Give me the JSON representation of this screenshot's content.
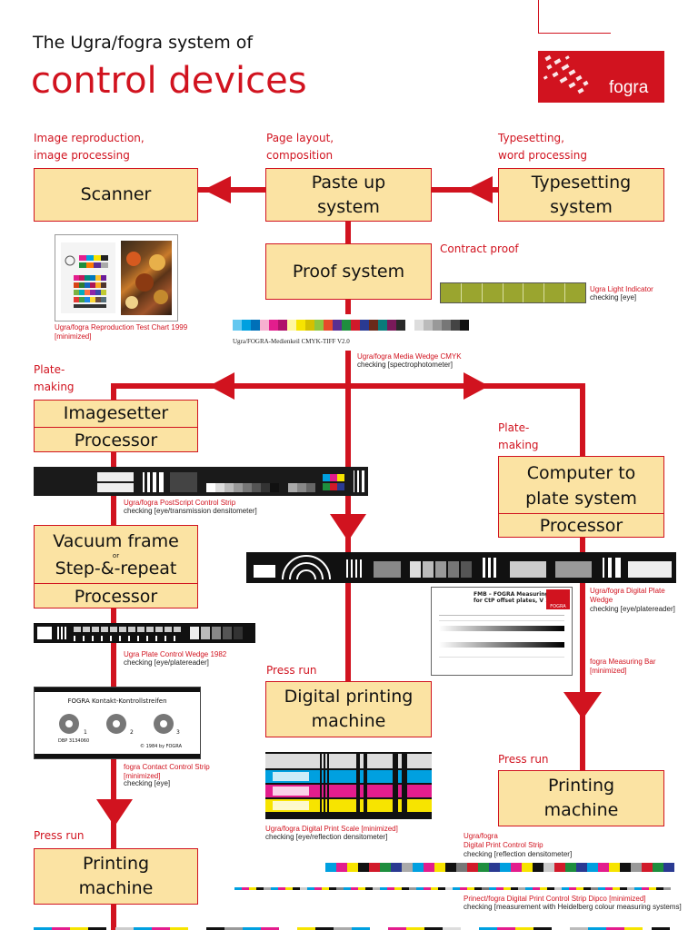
{
  "header": {
    "subtitle": "The Ugra/fogra system of",
    "title": "control devices",
    "logo_text": "fogra"
  },
  "categories": {
    "image_reproduction": "Image reproduction,\nimage processing",
    "page_layout": "Page layout,\ncomposition",
    "typesetting": "Typesetting,\nword processing",
    "contract_proof": "Contract proof",
    "platemaking_left": "Plate-\nmaking",
    "platemaking_right": "Plate-\nmaking",
    "press_run_center": "Press run",
    "press_run_right": "Press run",
    "press_run_left": "Press run"
  },
  "boxes": {
    "scanner": "Scanner",
    "paste_up": "Paste up\nsystem",
    "typesetting": "Typesetting\nsystem",
    "proof": "Proof system",
    "imagesetter": "Imagesetter",
    "processor_left": "Processor",
    "vacuum": "Vacuum frame",
    "vacuum_or": "or",
    "step_repeat": "Step-&-repeat",
    "processor_vacuum": "Processor",
    "ctp": "Computer to\nplate system",
    "processor_ctp": "Processor",
    "digital_print": "Digital printing\nmachine",
    "printing_right": "Printing\nmachine",
    "printing_left": "Printing\nmachine"
  },
  "captions": {
    "repro_chart": "Ugra/fogra Reproduction Test Chart 1999\n[minimized]",
    "light_indicator": "Ugra Light Indicator",
    "light_indicator_check": "checking [eye]",
    "media_wedge": "Ugra/fogra Media Wedge CMYK",
    "media_wedge_check": "checking [spectrophotometer]",
    "postscript": "Ugra/fogra PostScript Control Strip",
    "postscript_check": "checking [eye/transmission densitometer]",
    "digital_plate": "Ugra/fogra Digital Plate\nWedge",
    "digital_plate_check": "checking [eye/platereader]",
    "measuring_bar": "fogra Measuring Bar\n[minimized]",
    "plate_wedge": "Ugra Plate Control Wedge 1982",
    "plate_wedge_check": "checking [eye/platereader]",
    "contact_strip": "fogra Contact Control Strip\n[minimized]",
    "contact_strip_check": "checking [eye]",
    "digital_scale": "Ugra/fogra Digital Print Scale [minimized]",
    "digital_scale_check": "checking [eye/reflection densitometer]",
    "digital_strip": "Ugra/fogra\nDigital Print Control Strip",
    "digital_strip_check": "checking [reflection densitometer]",
    "dipco": "Prinect/fogra Digital Print Control Strip Dipco [minimized]",
    "dipco_check": "checking [measurement with Heidelberg colour measuring systems]"
  },
  "thumbnails": {
    "media_wedge_label": "Ugra/FOGRA-Medienkeil CMYK-TIFF V2.0",
    "contact_title": "FOGRA Kontakt-Kontrollstreifen",
    "contact_n1": "1",
    "contact_n2": "2",
    "contact_n3": "3",
    "contact_dbp": "DBP 3134060",
    "contact_copy": "© 1984 by FOGRA",
    "measuring_title": "FMB – FOGRA Measuring Bar\nfor CtP offset plates, V 1.3",
    "measuring_logo": "FOGRA"
  },
  "colors": {
    "accent": "#d1131f",
    "box_fill": "#fbe3a3",
    "light_indicator": "#9aa52f"
  }
}
